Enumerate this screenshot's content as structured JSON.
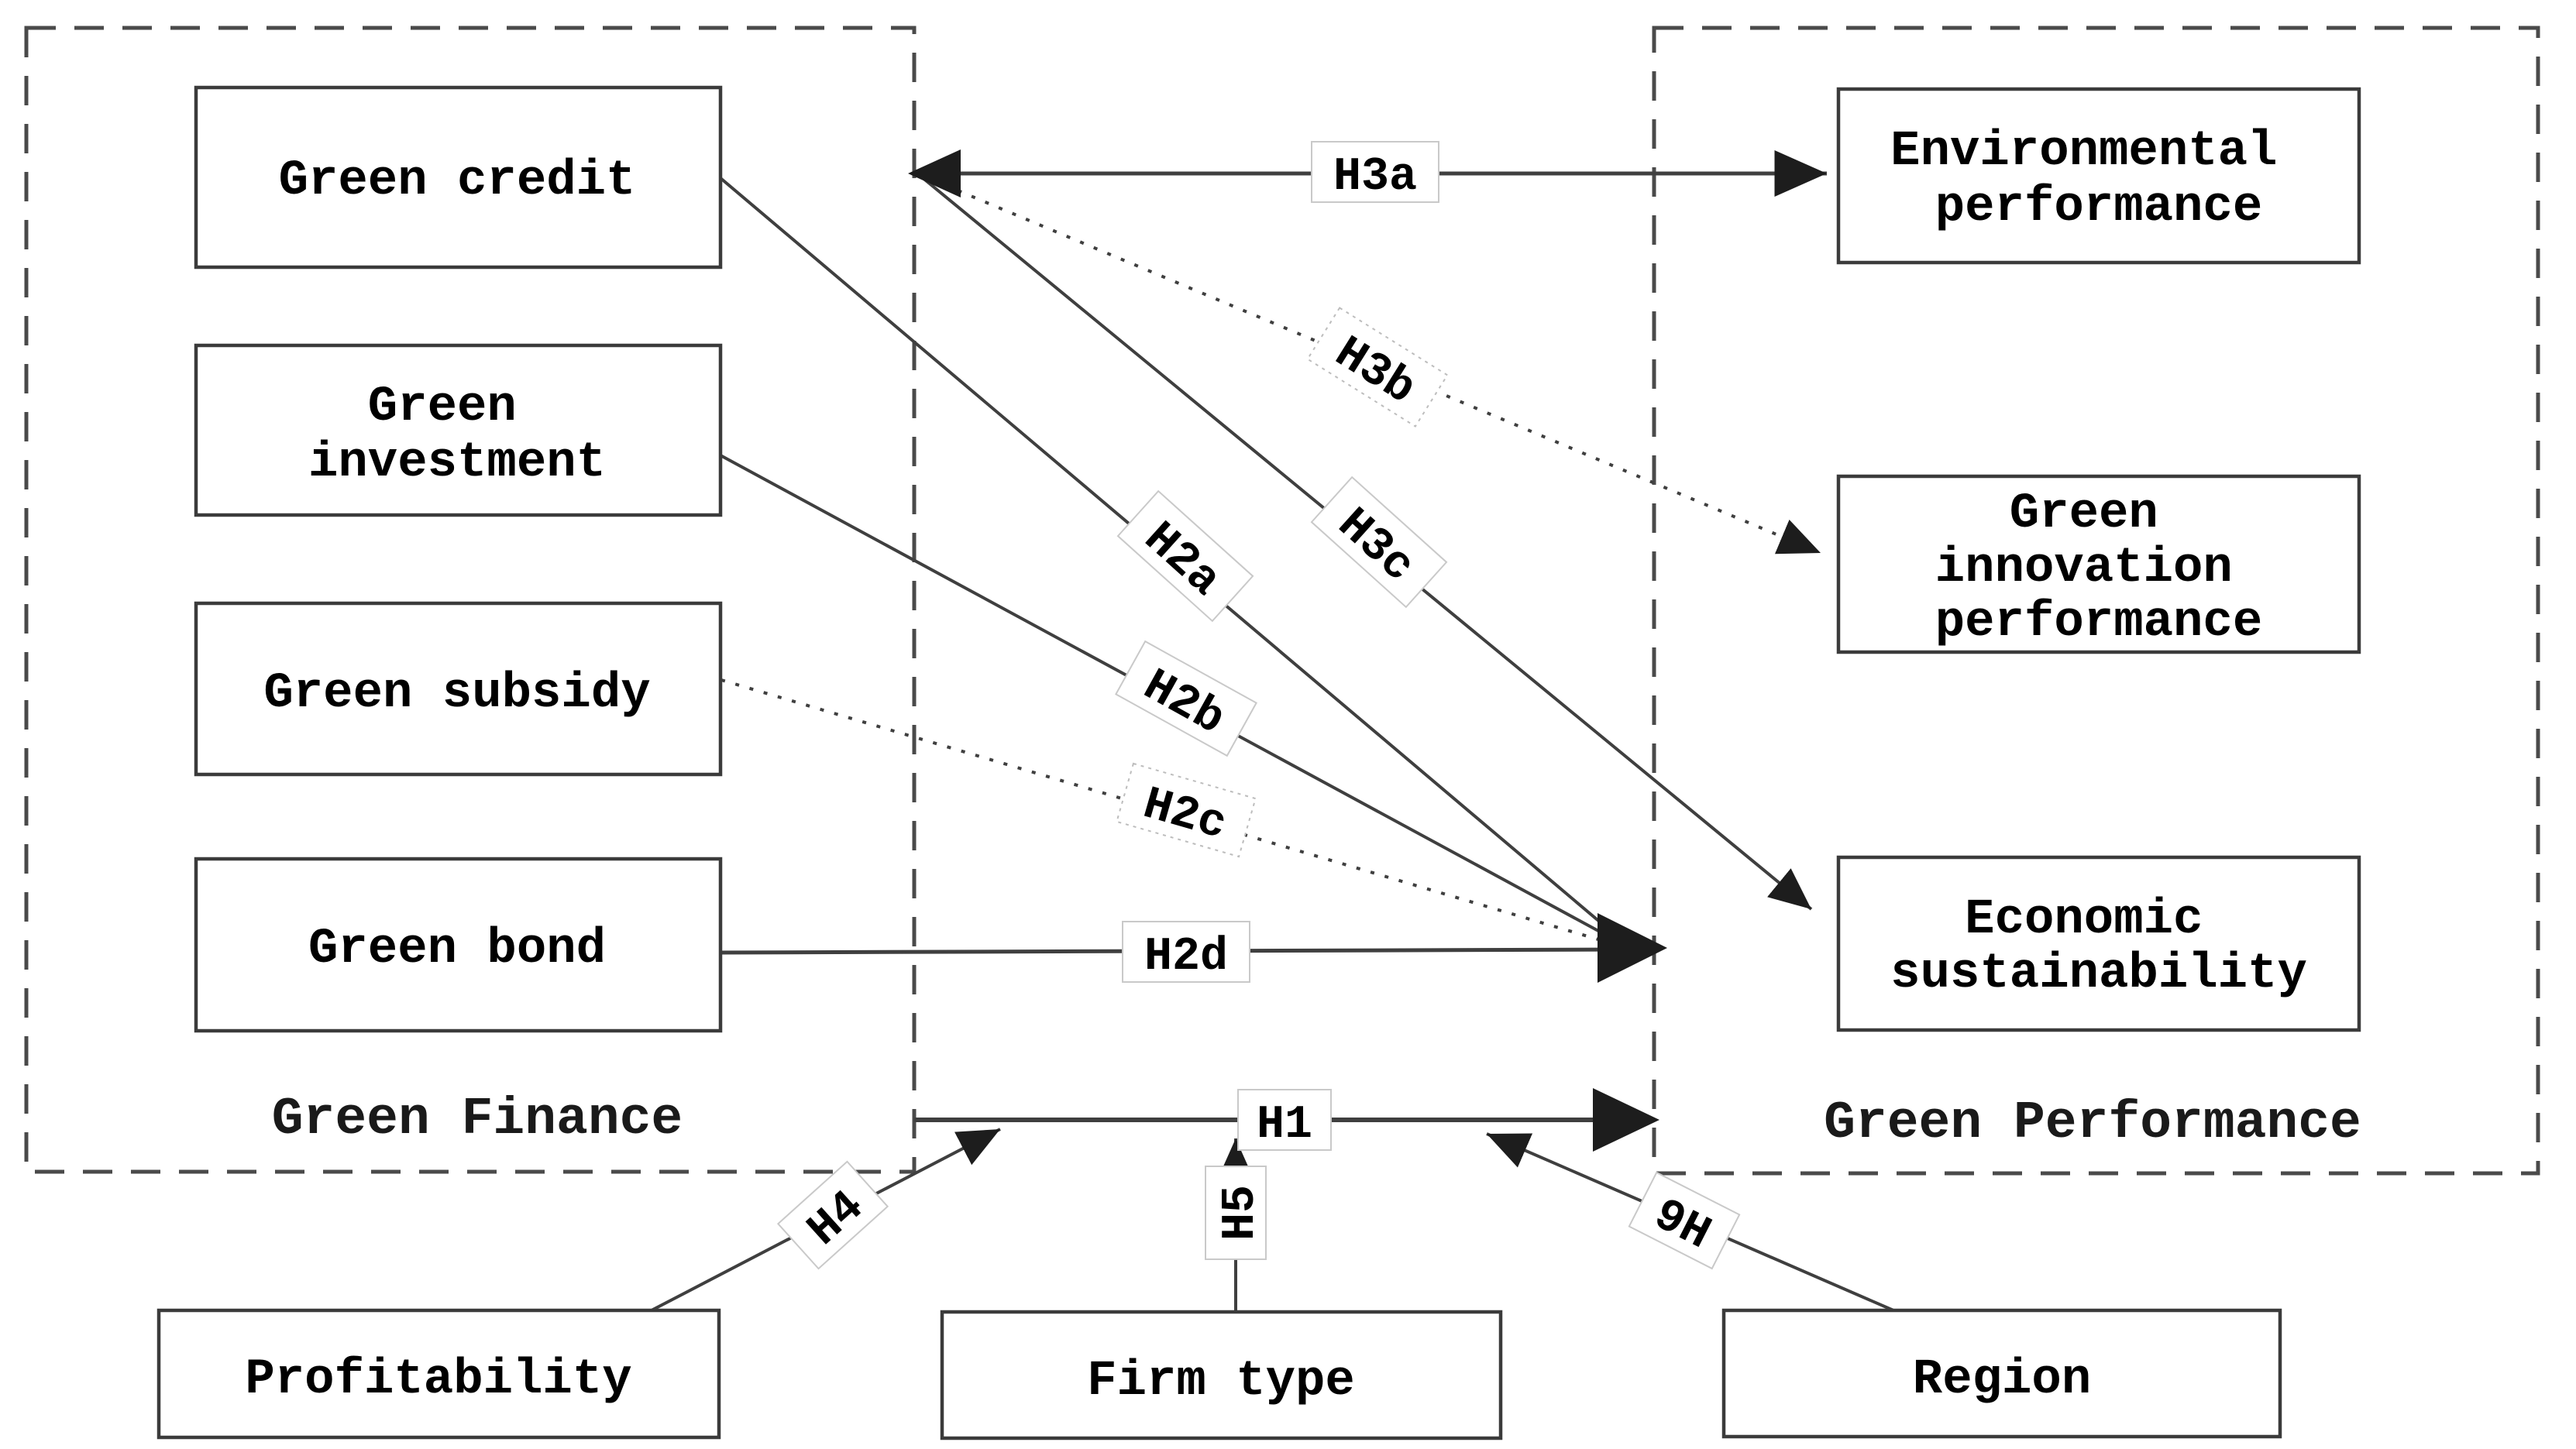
{
  "diagram": {
    "groups": {
      "green_finance": {
        "label": "Green Finance"
      },
      "green_performance": {
        "label": "Green Performance"
      }
    },
    "finance_boxes": [
      {
        "id": "green-credit",
        "lines": [
          "Green credit"
        ]
      },
      {
        "id": "green-investment",
        "lines": [
          "Green",
          "investment"
        ]
      },
      {
        "id": "green-subsidy",
        "lines": [
          "Green subsidy"
        ]
      },
      {
        "id": "green-bond",
        "lines": [
          "Green bond"
        ]
      }
    ],
    "performance_boxes": [
      {
        "id": "environmental-performance",
        "lines": [
          "Environmental",
          "performance"
        ]
      },
      {
        "id": "green-innovation-performance",
        "lines": [
          "Green",
          "innovation",
          "performance"
        ]
      },
      {
        "id": "economic-sustainability",
        "lines": [
          "Economic",
          "sustainability"
        ]
      }
    ],
    "moderator_boxes": [
      {
        "id": "profitability",
        "label": "Profitability"
      },
      {
        "id": "firm-type",
        "label": "Firm type"
      },
      {
        "id": "region",
        "label": "Region"
      }
    ],
    "hypotheses": {
      "h1": "H1",
      "h2a": "H2a",
      "h2b": "H2b",
      "h2c": "H2c",
      "h2d": "H2d",
      "h3a": "H3a",
      "h3b": "H3b",
      "h3c": "H3c",
      "h4": "H4",
      "h5": "H5",
      "h6": "9H"
    },
    "colors": {
      "line": "#3f3f3f",
      "arrowhead": "#1d1d1d",
      "text": "#000000",
      "background": "#ffffff",
      "label_border": "#c9c9c9"
    }
  }
}
